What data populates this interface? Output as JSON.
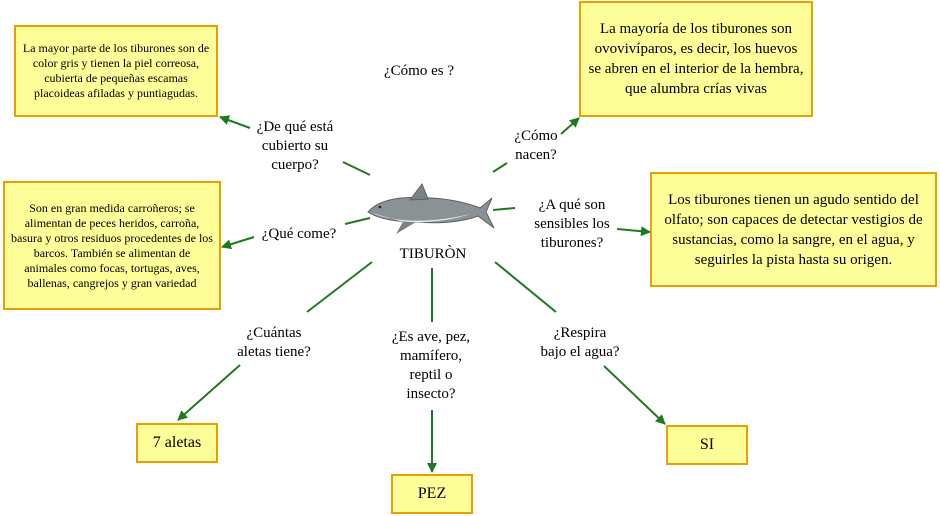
{
  "center": {
    "label": "TIBURÒN",
    "image": "shark-icon"
  },
  "questions": {
    "como_es": "¿Cómo es ?",
    "cubierto": [
      "¿De qué está",
      "cubierto su",
      "cuerpo?"
    ],
    "come": "¿Qué come?",
    "aletas": [
      "¿Cuántas",
      "aletas tiene?"
    ],
    "tipo": [
      "¿Es ave, pez,",
      "mamífero,",
      "reptil o",
      "insecto?"
    ],
    "respira": [
      "¿Respira",
      "bajo el agua?"
    ],
    "sensibles": [
      "¿A qué son",
      "sensibles los",
      "tiburones?"
    ],
    "nacen": [
      "¿Cómo",
      "nacen?"
    ]
  },
  "answers": {
    "cubierto": "La mayor parte de los tiburones son de color gris y tienen la piel correosa, cubierta de pequeñas escamas placoideas afiladas y puntiagudas.",
    "come": "Son en gran medida carroñeros; se alimentan de peces heridos, carroña, basura y otros residuos procedentes de los barcos. También se alimentan de animales como focas, tortugas, aves, ballenas, cangrejos y gran variedad",
    "aletas": "7 aletas",
    "tipo": "PEZ",
    "respira": "SI",
    "sensibles": "Los tiburones tienen un agudo sentido del olfato; son capaces de detectar vestigios de sustancias, como la sangre, en el agua, y seguirles la pista hasta su origen.",
    "nacen": "La mayoría de los tiburones son ovovivíparos, es decir, los huevos se abren en el interior de la hembra, que alumbra crías vivas"
  },
  "colors": {
    "box_fill": "#ffff99",
    "box_border": "#e8a000",
    "arrow": "#1f7a1f"
  }
}
